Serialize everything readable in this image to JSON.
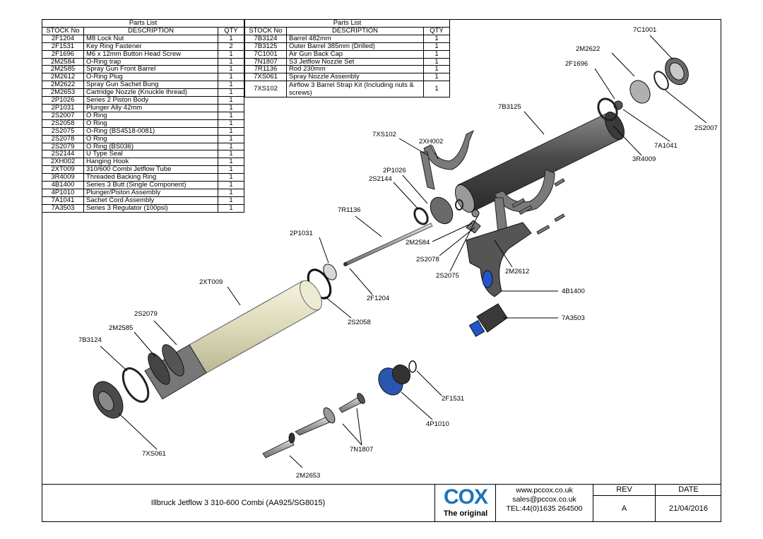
{
  "parts_left": {
    "title": "Parts List",
    "headers": [
      "STOCK No",
      "DESCRIPTION",
      "QTY"
    ],
    "rows": [
      [
        "2F1204",
        "M8 Lock Nut",
        "1"
      ],
      [
        "2F1531",
        "Key Ring Fastener",
        "2"
      ],
      [
        "2F1696",
        "M6 x 12mm Button Head Screw",
        "1"
      ],
      [
        "2M2584",
        "O-Ring trap",
        "1"
      ],
      [
        "2M2585",
        "Spray Gun Front Barrel",
        "1"
      ],
      [
        "2M2612",
        "O-Ring Plug",
        "1"
      ],
      [
        "2M2622",
        "Spray Gun Sachet Bung",
        "1"
      ],
      [
        "2M2653",
        "Cartridge Nozzle (Knuckle thread)",
        "1"
      ],
      [
        "2P1026",
        "Series 2 Piston Body",
        "1"
      ],
      [
        "2P1031",
        "Plunger Ally 42mm",
        "1"
      ],
      [
        "2S2007",
        "O Ring",
        "1"
      ],
      [
        "2S2058",
        "O Ring",
        "1"
      ],
      [
        "2S2075",
        "O-Ring (BS4518-0081)",
        "1"
      ],
      [
        "2S2078",
        "O Ring",
        "1"
      ],
      [
        "2S2079",
        "O Ring (BS036)",
        "1"
      ],
      [
        "2S2144",
        "U Type Seal",
        "1"
      ],
      [
        "2XH002",
        "Hanging Hook",
        "1"
      ],
      [
        "2XT009",
        "310/600  Combi Jetflow Tube",
        "1"
      ],
      [
        "3R4009",
        "Threaded Backing Ring",
        "1"
      ],
      [
        "4B1400",
        "Series 3 Butt (Single Component)",
        "1"
      ],
      [
        "4P1010",
        "Plunger/Piston Assembly",
        "1"
      ],
      [
        "7A1041",
        "Sachet Cord Assembly",
        "1"
      ],
      [
        "7A3503",
        "Series 3 Regulator (100psi)",
        "1"
      ]
    ]
  },
  "parts_right": {
    "title": "Parts List",
    "headers": [
      "STOCK No",
      "DESCRIPTION",
      "QTY"
    ],
    "rows": [
      [
        "7B3124",
        "Barrel 482mm",
        "1"
      ],
      [
        "7B3125",
        "Outer Barrel 385mm (Drilled)",
        "1"
      ],
      [
        "7C1001",
        "Air Gun Back Cap",
        "1"
      ],
      [
        "7N1807",
        "S3 Jetflow Nozzle Set",
        "1"
      ],
      [
        "7R1136",
        "Rod 230mm",
        "1"
      ],
      [
        "7XS061",
        "Spray Nozzle Assembly",
        "1"
      ],
      [
        "7XS102",
        "Airflow 3 Barrel Strap Kit (Including nuts & screws)",
        "1"
      ]
    ]
  },
  "callouts": {
    "c7C1001": "7C1001",
    "c2M2622": "2M2622",
    "c2F1696": "2F1696",
    "c7B3125": "7B3125",
    "c2S2007": "2S2007",
    "c7A1041": "7A1041",
    "c3R4009": "3R4009",
    "c7XS102": "7XS102",
    "c2XH002": "2XH002",
    "c2P1026": "2P1026",
    "c2S2144": "2S2144",
    "c7R1136": "7R1136",
    "c2P1031": "2P1031",
    "c2M2584": "2M2584",
    "c2S2078": "2S2078",
    "c2S2075": "2S2075",
    "c2M2612": "2M2612",
    "c4B1400": "4B1400",
    "c7A3503": "7A3503",
    "c2XT009": "2XT009",
    "c2F1204": "2F1204",
    "c2S2058": "2S2058",
    "c2S2079": "2S2079",
    "c2M2585": "2M2585",
    "c7B3124": "7B3124",
    "c2F1531": "2F1531",
    "c4P1010": "4P1010",
    "c7XS061": "7XS061",
    "c7N1807": "7N1807",
    "c2M2653": "2M2653"
  },
  "title_block": {
    "drawing_title": "Illbruck Jetflow 3 310-600 Combi  (AA925/SG8015)",
    "logo_text": "COX",
    "logo_tagline": "The original",
    "website": "www.pccox.co.uk",
    "email": "sales@pccox.co.uk",
    "phone": "TEL:44(0)1635 264500",
    "rev_label": "REV",
    "rev_value": "A",
    "date_label": "DATE",
    "date_value": "21/04/2016"
  },
  "colors": {
    "logo_blue": "#1b75bb",
    "part_dark": "#5a5a5a",
    "part_tube": "#e8e6cc",
    "part_blue": "#2255cc"
  }
}
